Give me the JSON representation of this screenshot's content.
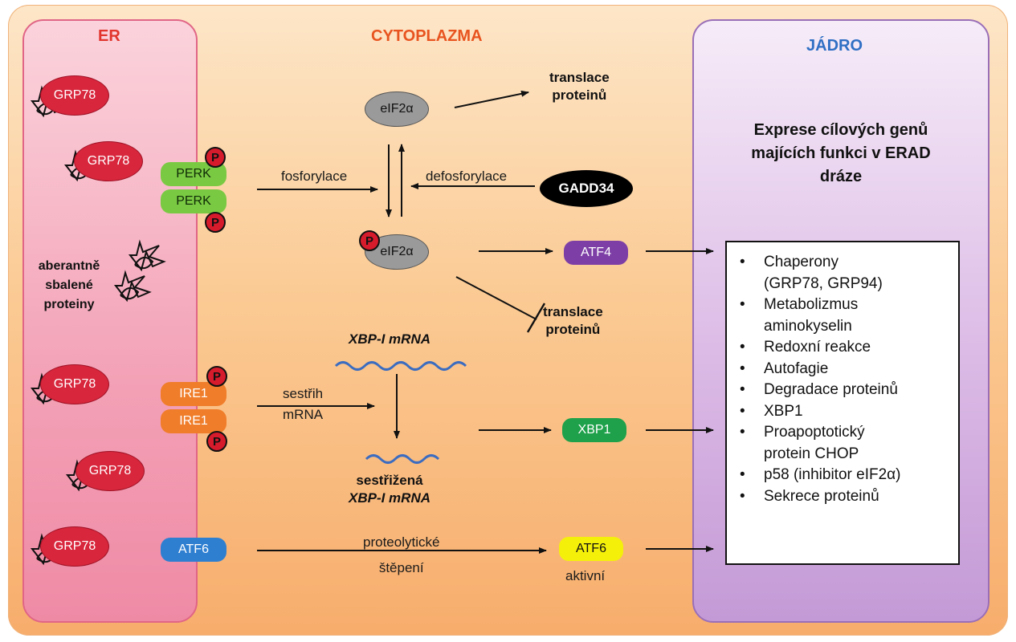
{
  "compartments": {
    "er": "ER",
    "cytoplasm": "CYTOPLAZMA",
    "nucleus": "JÁDRO"
  },
  "grp78_label": "GRP78",
  "er_text": {
    "misfolded": [
      "aberantně",
      "sbalené",
      "proteiny"
    ]
  },
  "receptors": {
    "perk": "PERK",
    "ire1": "IRE1",
    "atf6": "ATF6",
    "phospho": "P"
  },
  "cytoplasm": {
    "eif2a": "eIF2α",
    "translation_top": [
      "translace",
      "proteinů"
    ],
    "phosphorylation": "fosforylace",
    "dephosphorylation": "defosforylace",
    "gadd34": "GADD34",
    "atf4": "ATF4",
    "translation_blocked": [
      "translace",
      "proteinů"
    ],
    "xbp_mrna": "XBP-I mRNA",
    "splicing": [
      "sestřih",
      "mRNA"
    ],
    "spliced_mrna": [
      "sestřižená",
      "XBP-I mRNA"
    ],
    "xbp1": "XBP1",
    "proteolytic": [
      "proteolytické",
      "štěpení"
    ],
    "atf6_active": "ATF6",
    "active_label": "aktivní"
  },
  "nucleus": {
    "title": [
      "Exprese cílových genů",
      "majících funkci v ERAD",
      "dráze"
    ],
    "bullet": "•",
    "items": [
      [
        "Chaperony",
        "(GRP78, GRP94)"
      ],
      [
        "Metabolizmus",
        "aminokyselin"
      ],
      [
        "Redoxní reakce"
      ],
      [
        "Autofagie"
      ],
      [
        "Degradace proteinů"
      ],
      [
        "XBP1"
      ],
      [
        "Proapoptotický",
        "protein CHOP"
      ],
      [
        "p58 (inhibitor eIF2α)"
      ],
      [
        "Sekrece proteinů"
      ]
    ]
  },
  "colors": {
    "perk": "#7ac943",
    "ire1": "#f07d2a",
    "atf6": "#2f7fd1",
    "atf4": "#7d3fa6",
    "xbp1": "#1ea14a",
    "atf6_active": "#f5f00a",
    "eif2a": "#9a9a9a",
    "gadd34": "#000000",
    "er_heading": "#e1352d",
    "cytoplasm_heading": "#e8541f",
    "nucleus_heading": "#2f6fc4"
  }
}
